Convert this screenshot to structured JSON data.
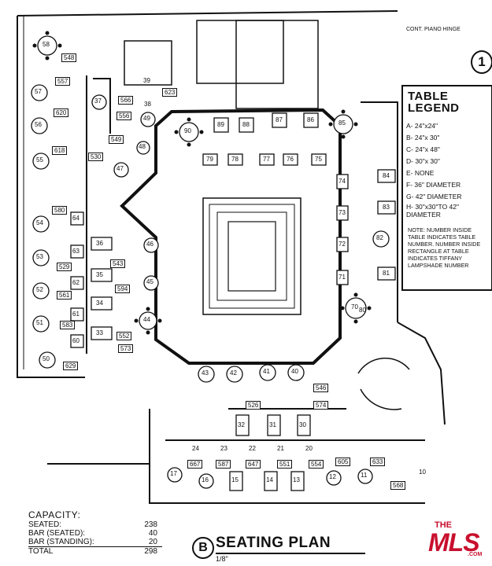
{
  "header": {
    "sheet_number": "1",
    "hinge_note": "CONT. PIANO HINGE"
  },
  "legend": {
    "title_line1": "TABLE",
    "title_line2": "LEGEND",
    "items": [
      "A- 24\"x24\"",
      "B- 24\"x 30\"",
      "C- 24\"x 48\"",
      "D- 30\"x 30\"",
      "E- NONE",
      "F- 36\" DIAMETER",
      "G- 42\" DIAMETER",
      "H- 30\"x30\"TO 42\" DIAMETER"
    ],
    "note": "NOTE: NUMBER INSIDE TABLE INDICATES TABLE NUMBER. NUMBER INSIDE RECTANGLE AT TABLE INDICATES TIFFANY LAMPSHADE NUMBER"
  },
  "capacity": {
    "title": "CAPACITY:",
    "rows": [
      {
        "label": "SEATED:",
        "value": "238"
      },
      {
        "label": "BAR (SEATED):",
        "value": "40"
      },
      {
        "label": "BAR (STANDING):",
        "value": "20"
      }
    ],
    "total_label": "TOTAL",
    "total_value": "298"
  },
  "title_block": {
    "code": "B",
    "title": "SEATING PLAN",
    "scale": "1/8\""
  },
  "watermark": {
    "the": "THE",
    "mark": "MLS",
    "com": ".COM"
  },
  "tables": [
    "58",
    "57",
    "56",
    "55",
    "54",
    "53",
    "52",
    "51",
    "50",
    "39",
    "38",
    "37",
    "49",
    "48",
    "47",
    "36",
    "35",
    "34",
    "33",
    "46",
    "45",
    "44",
    "90",
    "89",
    "88",
    "87",
    "86",
    "85",
    "79",
    "78",
    "77",
    "76",
    "75",
    "74",
    "73",
    "72",
    "71",
    "70",
    "84",
    "83",
    "82",
    "81",
    "80",
    "43",
    "42",
    "41",
    "40",
    "32",
    "31",
    "30",
    "24",
    "23",
    "22",
    "21",
    "20",
    "17",
    "16",
    "15",
    "14",
    "13",
    "12",
    "11",
    "10",
    "64",
    "63",
    "62",
    "61",
    "60"
  ],
  "lamps": [
    "548",
    "557",
    "566",
    "556",
    "623",
    "620",
    "618",
    "530",
    "549",
    "580",
    "529",
    "561",
    "583",
    "629",
    "543",
    "594",
    "552",
    "573",
    "526",
    "574",
    "546",
    "667",
    "587",
    "647",
    "551",
    "554",
    "605",
    "633",
    "568"
  ]
}
